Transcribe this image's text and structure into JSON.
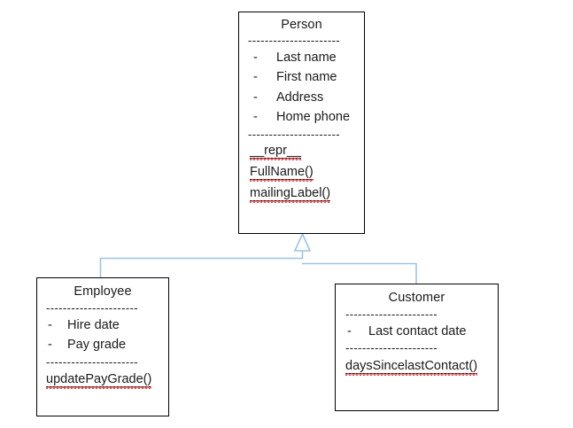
{
  "diagram": {
    "type": "uml-class-diagram",
    "relationship": "generalization",
    "relationship_label": "inheritance",
    "connector_color": "#9cc3e5",
    "border_color": "#000000",
    "background": "#ffffff",
    "separator_text": "-----------------------"
  },
  "classes": {
    "person": {
      "name": "Person",
      "separator_top": "----------------------",
      "attributes": [
        {
          "marker": "-",
          "label": "Last name"
        },
        {
          "marker": "-",
          "label": "First name"
        },
        {
          "marker": "-",
          "label": "Address"
        },
        {
          "marker": "-",
          "label": "Home phone"
        }
      ],
      "separator_bottom": "----------------------",
      "methods": [
        {
          "label": "__repr__",
          "spellcheck_flag": true
        },
        {
          "label": "FullName()",
          "spellcheck_flag": true
        },
        {
          "label": "mailingLabel()",
          "spellcheck_flag": true
        }
      ]
    },
    "employee": {
      "name": "Employee",
      "separator_top": "----------------------",
      "attributes": [
        {
          "marker": "-",
          "label": "Hire date"
        },
        {
          "marker": "-",
          "label": "Pay grade"
        }
      ],
      "separator_bottom": "----------------------",
      "methods": [
        {
          "label": "updatePayGrade()",
          "spellcheck_flag": true
        }
      ]
    },
    "customer": {
      "name": "Customer",
      "separator_top": "----------------------",
      "attributes": [
        {
          "marker": "-",
          "label": "Last contact date"
        }
      ],
      "separator_bottom": "----------------------",
      "methods": [
        {
          "label": "daysSincelastContact()",
          "spellcheck_flag": true
        }
      ]
    }
  }
}
